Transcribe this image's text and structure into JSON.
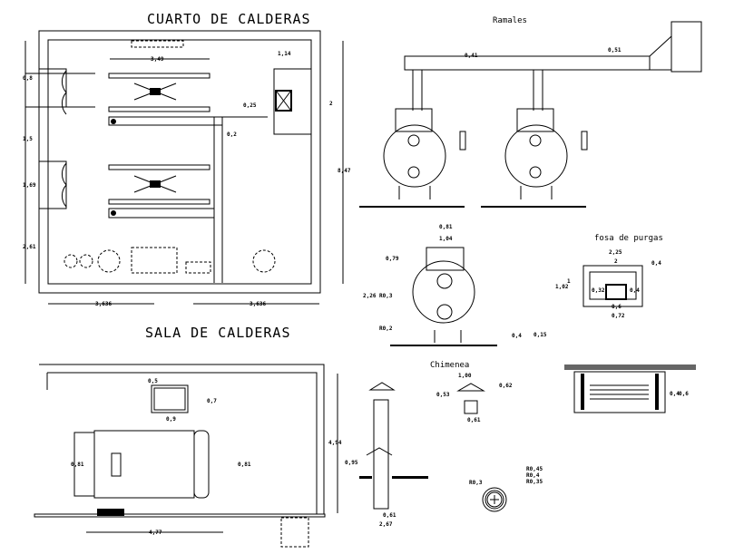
{
  "titles": {
    "cuarto": "CUARTO DE CALDERAS",
    "sala": "SALA DE CALDERAS",
    "ramales": "Ramales",
    "fosa": "fosa de purgas",
    "chimenea": "Chimenea"
  },
  "plan_dims": {
    "d1": "3,49",
    "d2": "1,14",
    "d3": "0,25",
    "d4": "0,2",
    "d5": "8,47",
    "d6": "1,5",
    "d7": "1,69",
    "d8": "2,61",
    "d9": "0,8",
    "d10": "3,636",
    "d11": "3,636",
    "d12": "2"
  },
  "ramales_dims": {
    "d1": "0,41",
    "d2": "0,51"
  },
  "boiler_dims": {
    "d1": "0,81",
    "d2": "1,04",
    "d3": "0,79",
    "d4": "2,26",
    "d5": "R0,3",
    "d6": "R0,2",
    "d7": "0,4",
    "d8": "0,15"
  },
  "fosa_dims": {
    "d1": "2,25",
    "d2": "2",
    "d3": "0,4",
    "d4": "1,02",
    "d5": "1",
    "d6": "0,32",
    "d7": "0,4",
    "d8": "0,6",
    "d9": "0,72",
    "d10": "0,4",
    "d11": "0,6"
  },
  "sala_dims": {
    "d1": "0,5",
    "d2": "0,7",
    "d3": "0,9",
    "d4": "0,81",
    "d5": "0,81",
    "d6": "4,77",
    "d7": "4,94"
  },
  "chimenea_dims": {
    "d1": "0,95",
    "d2": "0,61",
    "d3": "2,67",
    "d4": "1,00",
    "d5": "0,62",
    "d6": "0,53",
    "d7": "0,61"
  },
  "ring_dims": {
    "d1": "R0,45",
    "d2": "R0,4",
    "d3": "R0,35",
    "d4": "R0,3"
  }
}
